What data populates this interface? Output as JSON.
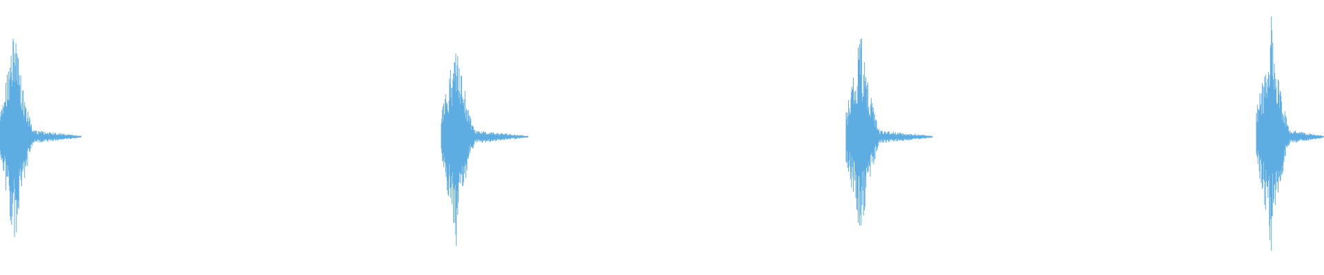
{
  "waveform": {
    "color": "#5DADE2",
    "background": "#FFFFFF",
    "bursts": [
      {
        "id": "burst-1",
        "peak_amplitude": 0.86,
        "tail_length": 0.06
      },
      {
        "id": "burst-2",
        "peak_amplitude": 0.84,
        "tail_length": 0.05
      },
      {
        "id": "burst-3",
        "peak_amplitude": 0.84,
        "tail_length": 0.05
      },
      {
        "id": "burst-4",
        "peak_amplitude": 0.89,
        "tail_length": 0.05
      }
    ]
  }
}
